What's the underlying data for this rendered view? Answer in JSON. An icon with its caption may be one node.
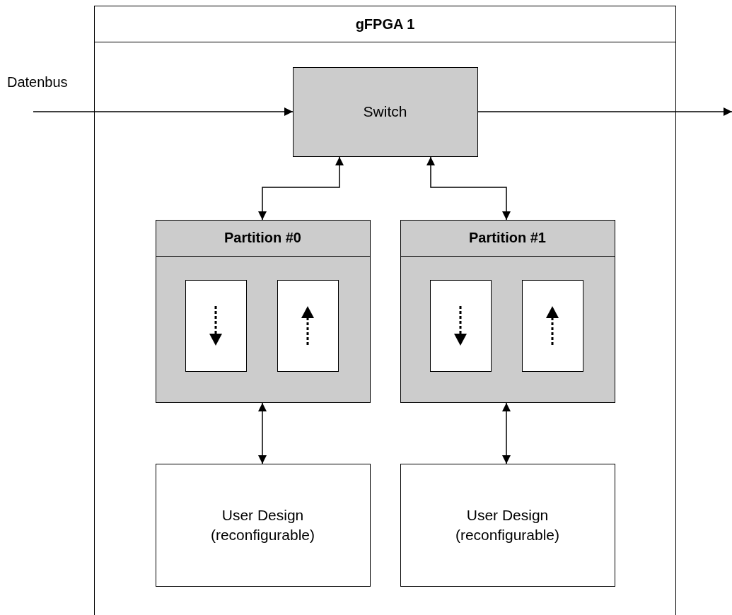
{
  "diagram": {
    "nodes": [
      {
        "text": [
          "gFPGA 1"
        ]
      },
      {
        "text": [
          "Switch"
        ],
        "in": 0
      },
      {
        "text": [
          "Partition #0"
        ],
        "in": 0
      },
      {
        "text": [],
        "shape": "box",
        "in": 2
      },
      {
        "text": [],
        "shape": "box",
        "in": 2
      },
      {
        "text": [
          "Partition #1"
        ],
        "in": 0
      },
      {
        "text": [],
        "shape": "box",
        "in": 5
      },
      {
        "text": [],
        "shape": "box",
        "in": 5
      },
      {
        "text": [
          "User Design (reconfigurable)"
        ],
        "in": 0
      },
      {
        "text": [
          "User Design (reconfigurable)"
        ],
        "in": 0
      }
    ],
    "edges": [
      {
        "from": null,
        "to": 1,
        "arrow": "to",
        "label": "Datenbus"
      },
      {
        "from": 1,
        "to": null,
        "arrow": "to"
      },
      {
        "from": 1,
        "to": 2,
        "arrow": "both"
      },
      {
        "from": 1,
        "to": 5,
        "arrow": "both"
      },
      {
        "from": 2,
        "to": 8,
        "arrow": "both"
      },
      {
        "from": 5,
        "to": 9,
        "arrow": "both"
      }
    ]
  }
}
